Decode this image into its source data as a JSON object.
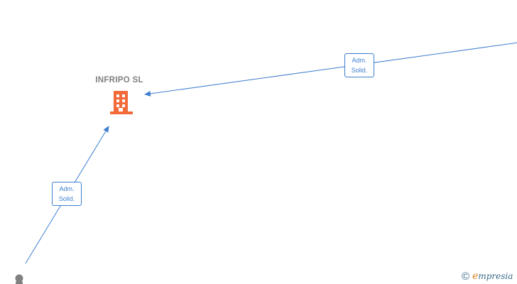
{
  "company": {
    "name": "INFRIPO SL",
    "icon": "building-icon",
    "icon_color": "#f26a3a"
  },
  "edges": [
    {
      "line1": "Adm.",
      "line2": "Solid."
    },
    {
      "line1": "Adm.",
      "line2": "Solid."
    }
  ],
  "person": {
    "icon": "person-icon",
    "color": "#808080"
  },
  "watermark": {
    "symbol": "©",
    "brand_first": "e",
    "brand_rest": "mpresia"
  },
  "colors": {
    "edge": "#3f7fd0",
    "label": "#7f7f7f"
  }
}
